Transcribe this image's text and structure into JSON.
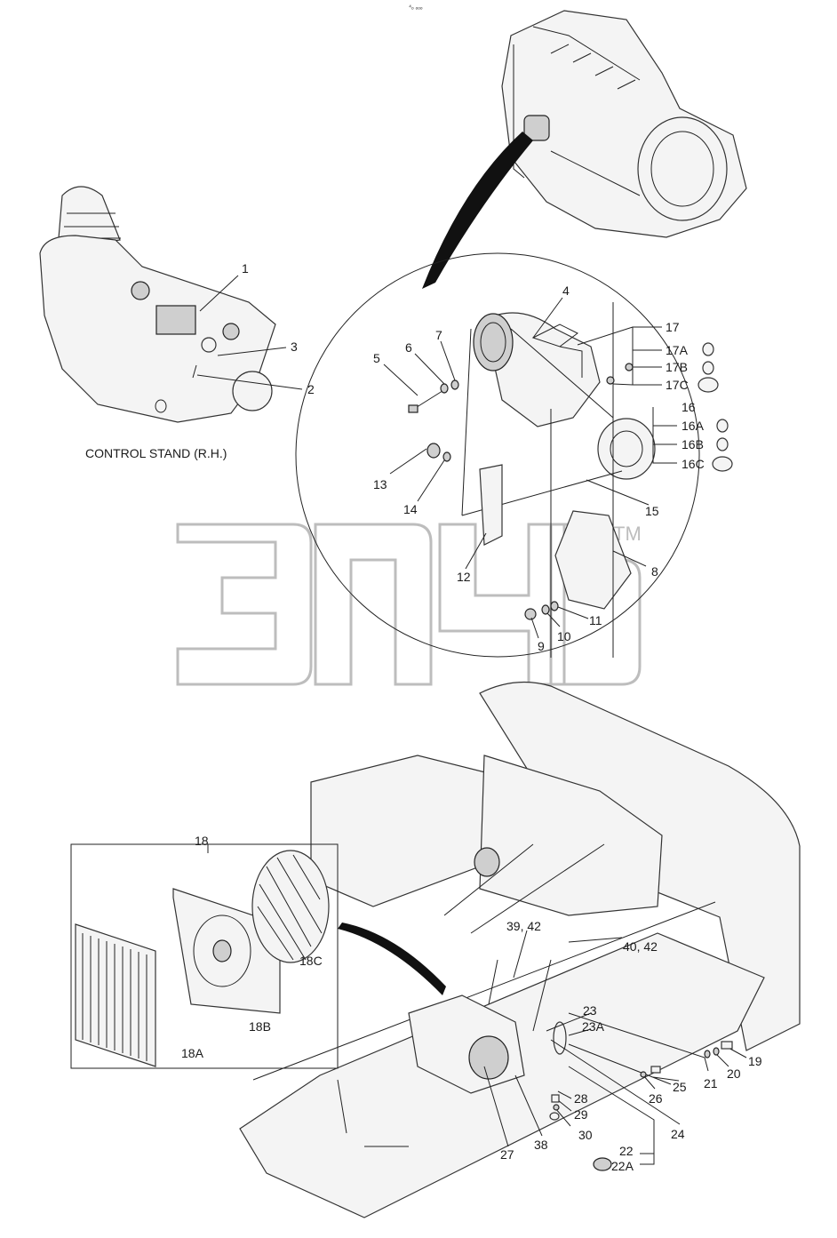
{
  "caption": {
    "control_stand": "CONTROL STAND (R.H.)",
    "top_mark": "⁴ₒ ₒₒₒ"
  },
  "callouts": {
    "c1": "1",
    "c2": "2",
    "c3": "3",
    "c4": "4",
    "c5": "5",
    "c6": "6",
    "c7": "7",
    "c8": "8",
    "c9": "9",
    "c10": "10",
    "c11": "11",
    "c12": "12",
    "c13": "13",
    "c14": "14",
    "c15": "15",
    "c16": "16",
    "c16a": "16A",
    "c16b": "16B",
    "c16c": "16C",
    "c17": "17",
    "c17a": "17A",
    "c17b": "17B",
    "c17c": "17C",
    "c18": "18",
    "c18a": "18A",
    "c18b": "18B",
    "c18c": "18C",
    "c19": "19",
    "c20": "20",
    "c21": "21",
    "c22": "22",
    "c22a": "22A",
    "c23": "23",
    "c23a": "23A",
    "c24": "24",
    "c25": "25",
    "c26": "26",
    "c27": "27",
    "c28": "28",
    "c29": "29",
    "c30": "30",
    "c38": "38",
    "c3942": "39, 42",
    "c4042": "40, 42"
  },
  "watermark": {
    "text": "эпц",
    "mark": "TM"
  }
}
